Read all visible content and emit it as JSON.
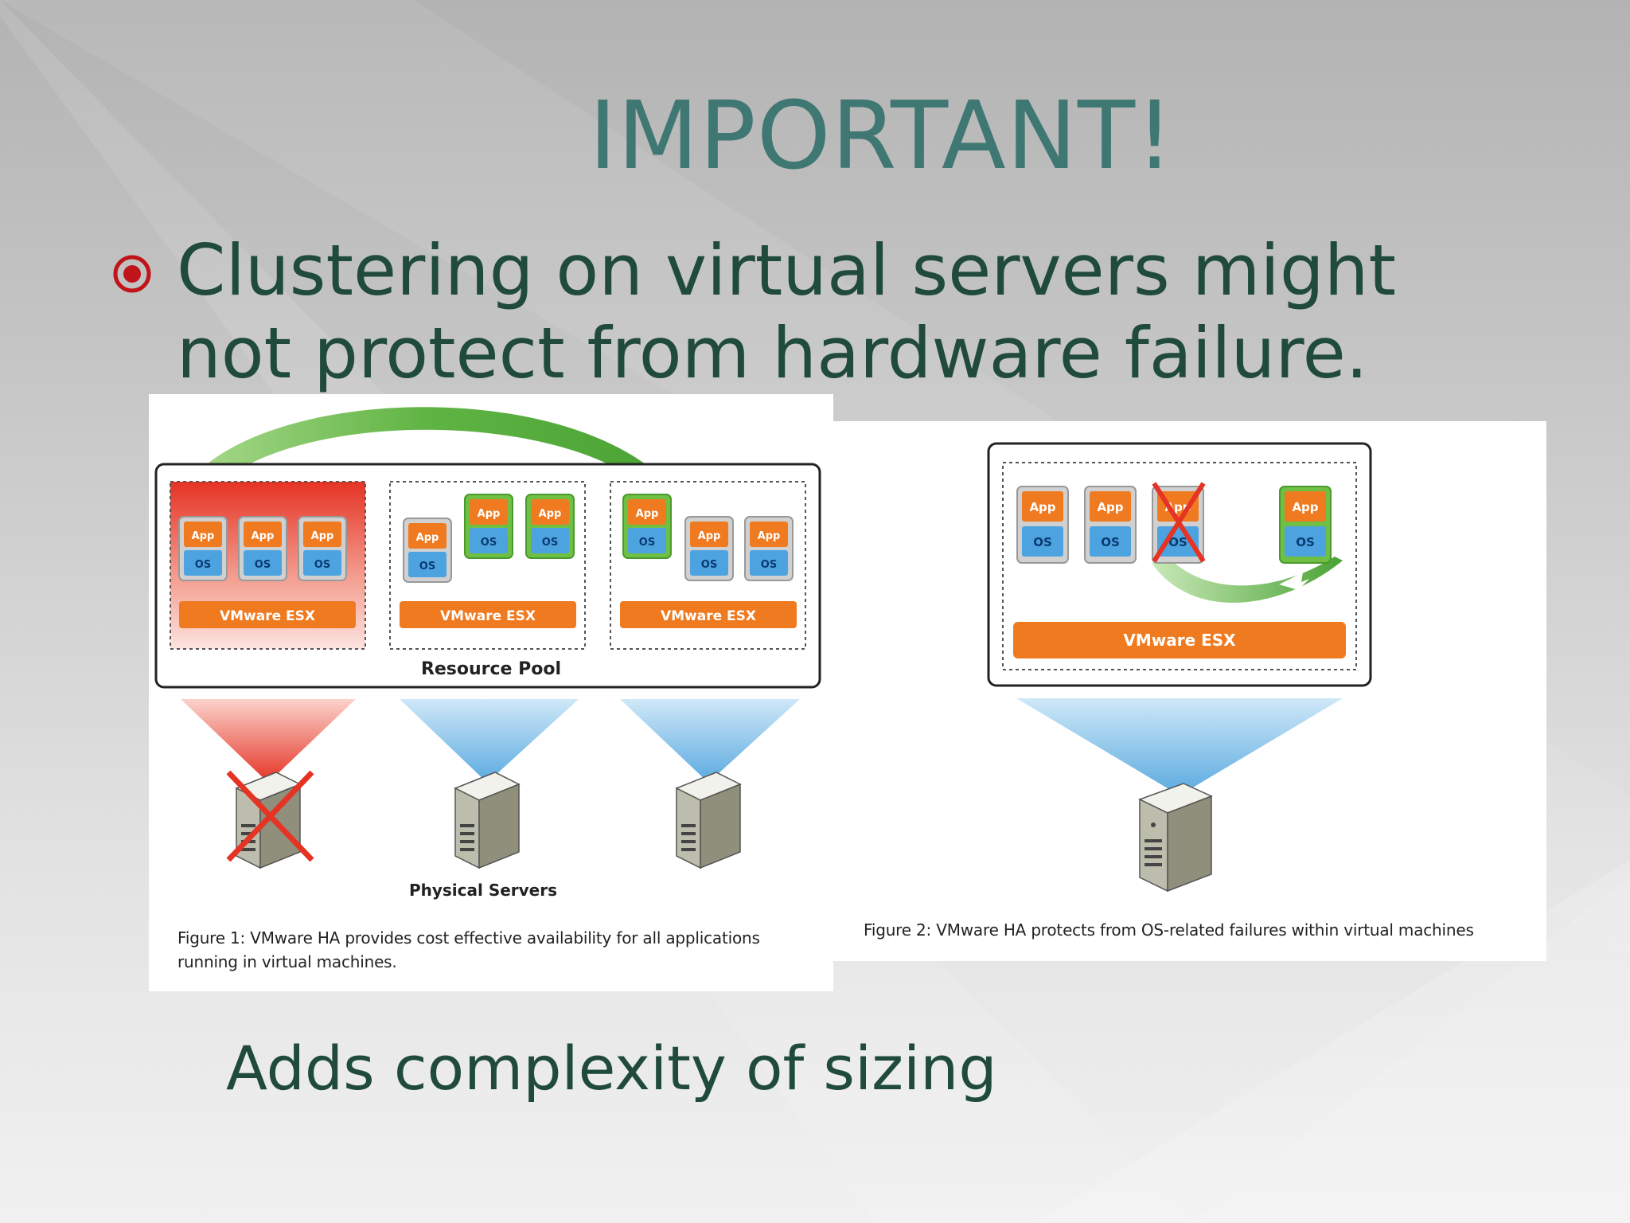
{
  "slide": {
    "title": "IMPORTANT!",
    "bullet": "Clustering on virtual servers might not protect from hardware failure.",
    "subtext": "Adds complexity of sizing",
    "colors": {
      "title": "#3f7772",
      "body_text": "#1f4a3c",
      "bullet": "#c0141a",
      "app_box": "#f07a1f",
      "os_box": "#4da3df",
      "vm_frame": "#6fbf44",
      "failure_red": "#e53324",
      "beam_blue": "#7fbfe8"
    }
  },
  "figure1": {
    "app_label": "App",
    "os_label": "OS",
    "esx_label": "VMware ESX",
    "pool_label": "Resource Pool",
    "servers_label": "Physical Servers",
    "caption": "Figure 1: VMware HA provides cost effective availability for all applications running in virtual machines."
  },
  "figure2": {
    "app_label": "App",
    "os_label": "OS",
    "esx_label": "VMware ESX",
    "caption": "Figure 2: VMware HA protects from OS-related failures within virtual machines"
  }
}
